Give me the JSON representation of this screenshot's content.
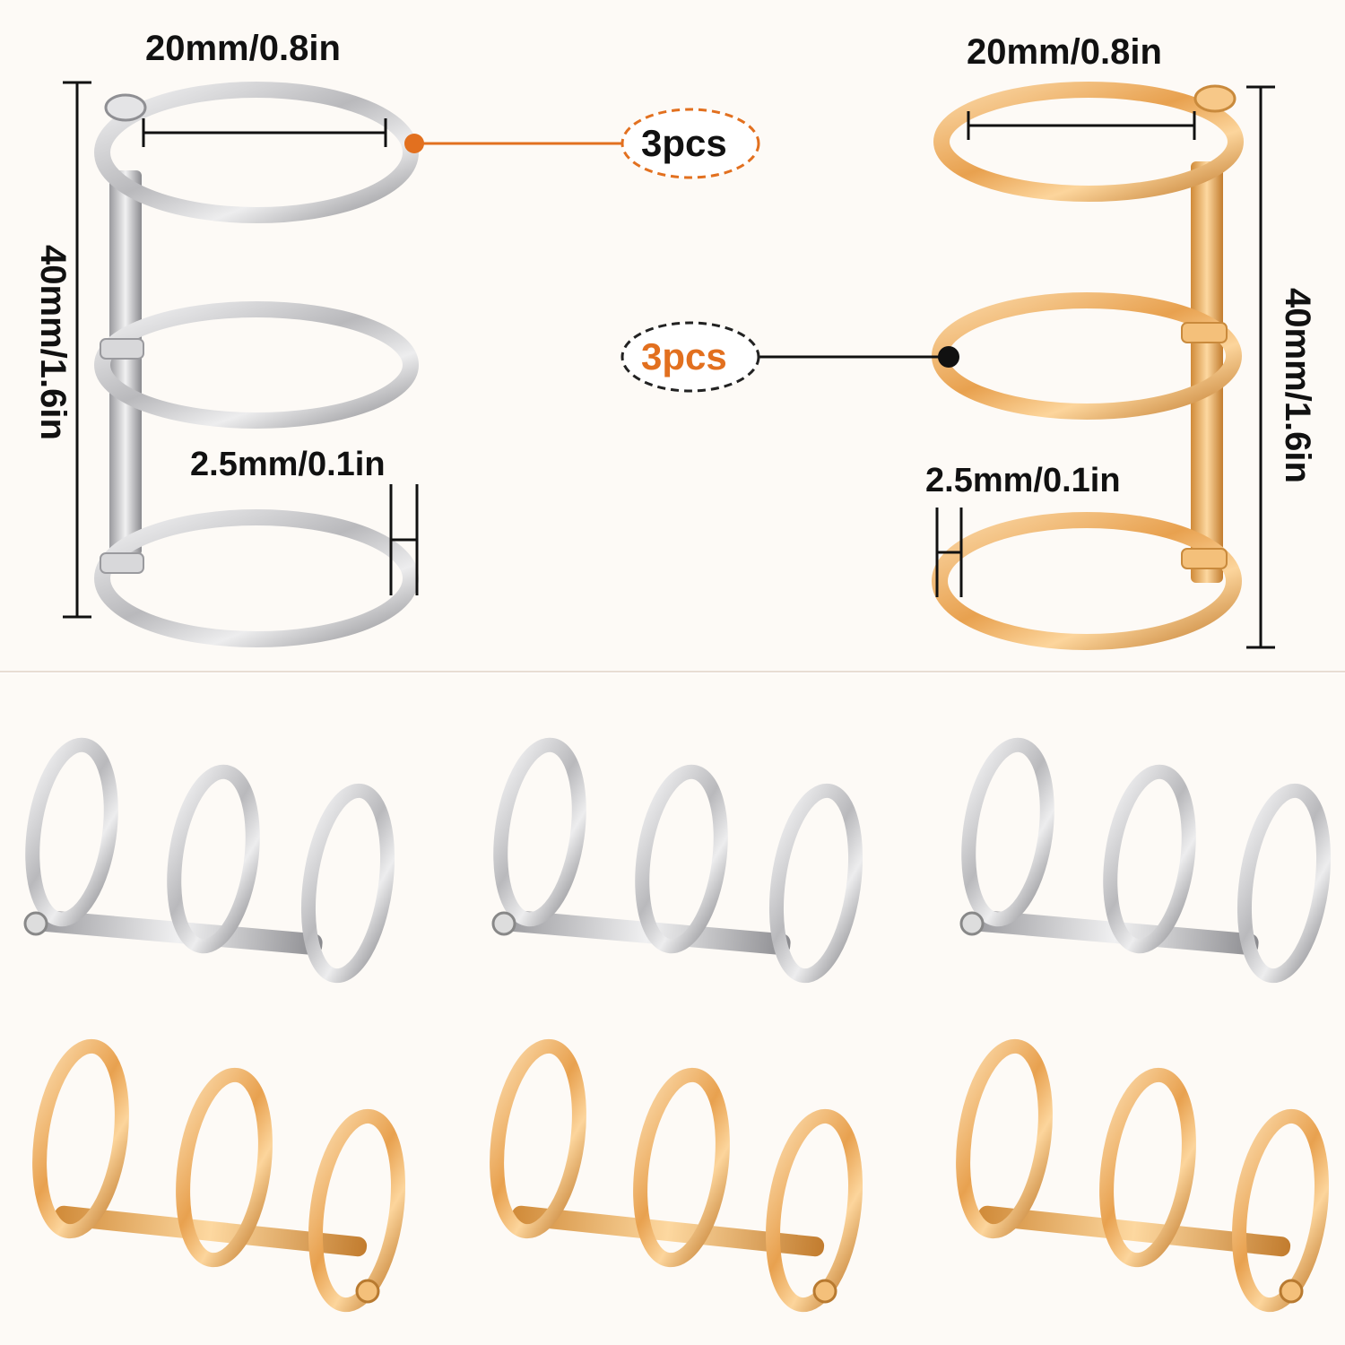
{
  "colors": {
    "silver": "#c9c9cb",
    "silver_dark": "#8e8e92",
    "gold": "#f0b46a",
    "gold_dark": "#c98a3c",
    "accent_orange": "#e2701f",
    "background": "#fdfaf6"
  },
  "silver_dimensions": {
    "diameter": "20mm/0.8in",
    "height": "40mm/1.6in",
    "wire_thickness": "2.5mm/0.1in",
    "quantity": "3pcs"
  },
  "gold_dimensions": {
    "diameter": "20mm/0.8in",
    "height": "40mm/1.6in",
    "wire_thickness": "2.5mm/0.1in",
    "quantity": "3pcs"
  },
  "gallery": {
    "silver_count": 3,
    "gold_count": 3
  }
}
